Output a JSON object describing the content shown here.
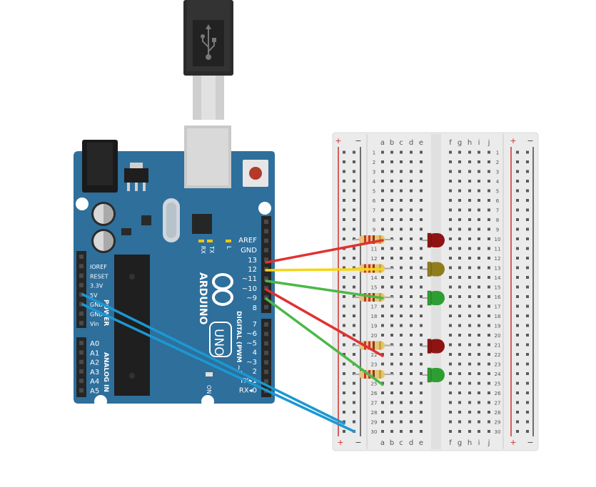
{
  "colors": {
    "board": "#2e6f9c",
    "board_dark": "#1f5679",
    "breadboard": "#ebebeb",
    "wire_red": "#e03131",
    "wire_yellow": "#f6d515",
    "wire_green": "#4cb848",
    "wire_blue": "#1c98d2",
    "led_red": "#8e1414",
    "led_yellow": "#8f7d1c",
    "led_green": "#2f9e32"
  },
  "arduino": {
    "logo": "ARDUINO",
    "model": "UNO",
    "power_header_label": "POWER",
    "analog_header_label": "ANALOG IN",
    "digital_header_label": "DIGITAL (PWM ~)",
    "tx_label": "TX",
    "rx_label": "RX",
    "l_label": "L",
    "on_label": "ON",
    "power_pins": [
      "IOREF",
      "RESET",
      "3.3V",
      "5V",
      "GND",
      "GND",
      "Vin"
    ],
    "analog_pins": [
      "A0",
      "A1",
      "A2",
      "A3",
      "A4",
      "A5"
    ],
    "digital_upper_pins": [
      "AREF",
      "GND",
      "13",
      "12",
      "~11",
      "~10",
      "~9",
      "8"
    ],
    "digital_lower_pins": [
      "7",
      "~6",
      "~5",
      "4",
      "~3",
      "2",
      "TX▸1",
      "RX◂0"
    ]
  },
  "breadboard": {
    "rail_plus": "+",
    "rail_minus": "−",
    "left_columns": [
      "a",
      "b",
      "c",
      "d",
      "e"
    ],
    "right_columns": [
      "f",
      "g",
      "h",
      "i",
      "j"
    ],
    "row_count": 30
  },
  "components": {
    "leds": [
      {
        "row": 10,
        "color": "red"
      },
      {
        "row": 13,
        "color": "yellow"
      },
      {
        "row": 16,
        "color": "green"
      },
      {
        "row": 21,
        "color": "red"
      },
      {
        "row": 24,
        "color": "green"
      }
    ],
    "wires": [
      {
        "from_pin": "13",
        "to_row": 10,
        "color": "red"
      },
      {
        "from_pin": "12",
        "to_row": 13,
        "color": "yellow"
      },
      {
        "from_pin": "~11",
        "to_row": 16,
        "color": "green"
      },
      {
        "from_pin": "~10",
        "to_row": 22,
        "color": "red"
      },
      {
        "from_pin": "~9",
        "to_row": 25,
        "color": "green"
      },
      {
        "from_pin": "5V",
        "to_rail": "+",
        "color": "blue"
      },
      {
        "from_pin": "GND",
        "to_rail": "−",
        "color": "blue"
      }
    ]
  }
}
